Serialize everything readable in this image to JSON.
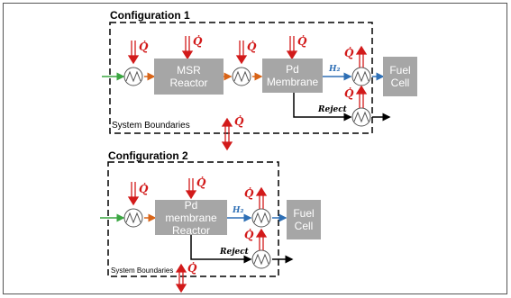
{
  "config1": {
    "title": "Configuration 1",
    "system_label": "System Boundaries",
    "msr_reactor": "MSR Reactor",
    "pd_membrane_1": "Pd",
    "pd_membrane_2": "Membrane",
    "fuel_cell_1": "Fuel",
    "fuel_cell_2": "Cell",
    "h2_label": "H₂",
    "reject_label": "Reject"
  },
  "config2": {
    "title": "Configuration 2",
    "system_label": "System Boundaries",
    "reactor_1": "Pd membrane",
    "reactor_2": "Reactor",
    "fuel_cell_1": "Fuel",
    "fuel_cell_2": "Cell",
    "h2_label": "H₂",
    "reject_label": "Reject"
  },
  "heat_symbol": "Q̇",
  "colors": {
    "feed": "#3aa641",
    "process": "#d86418",
    "hydrogen": "#2e6fb5",
    "reject": "#000000",
    "heat": "#d21a1a",
    "box": "#a6a6a6"
  },
  "icons": {
    "heat_exchanger": "circle-with-zigzag",
    "heat_arrow": "double-line-arrow"
  }
}
